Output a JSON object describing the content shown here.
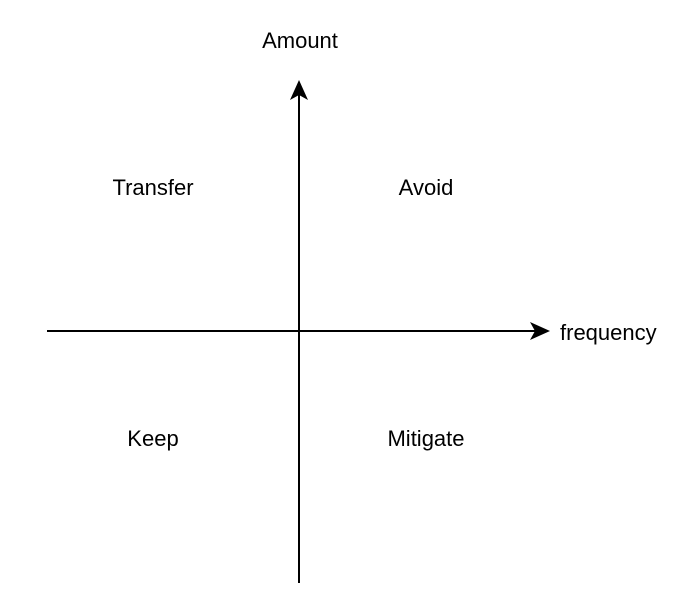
{
  "diagram": {
    "axes": {
      "y_label": "Amount",
      "x_label": "frequency"
    },
    "quadrants": {
      "top_left": "Transfer",
      "top_right": "Avoid",
      "bottom_left": "Keep",
      "bottom_right": "Mitigate"
    },
    "colors": {
      "line": "#000000",
      "background": "#ffffff"
    }
  }
}
